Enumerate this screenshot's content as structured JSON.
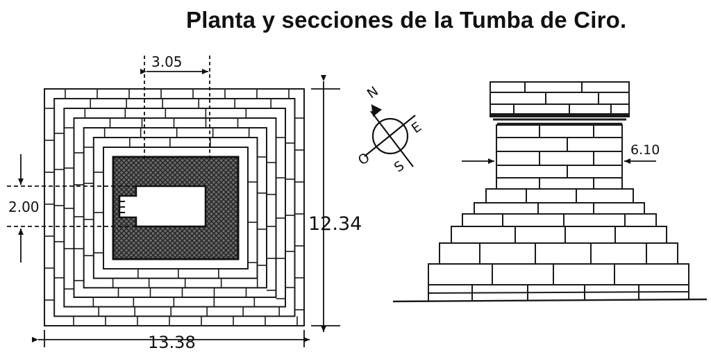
{
  "title": "Planta y secciones de la Tumba de Ciro.",
  "plan": {
    "top_width": "3.05",
    "side_height": "12.34",
    "bottom_width": "13.38",
    "left_width": "2.00"
  },
  "compass": {
    "n": "N",
    "e": "E",
    "s": "S",
    "o": "O"
  },
  "section": {
    "width": "6.10"
  }
}
